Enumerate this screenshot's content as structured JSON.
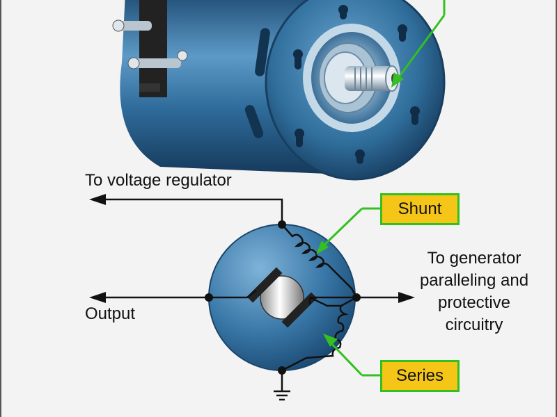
{
  "labels": {
    "voltage_regulator": "To voltage regulator",
    "output": "Output",
    "paralleling_line1": "To generator",
    "paralleling_line2": "paralleling and",
    "paralleling_line3": "protective",
    "paralleling_line4": "circuitry"
  },
  "callouts": {
    "shunt": "Shunt",
    "series": "Series"
  },
  "colors": {
    "motor_blue": "#2f6d9a",
    "callout_fill": "#f5c518",
    "callout_border": "#33c020",
    "arrow_green": "#33c020",
    "wire": "#111111"
  }
}
